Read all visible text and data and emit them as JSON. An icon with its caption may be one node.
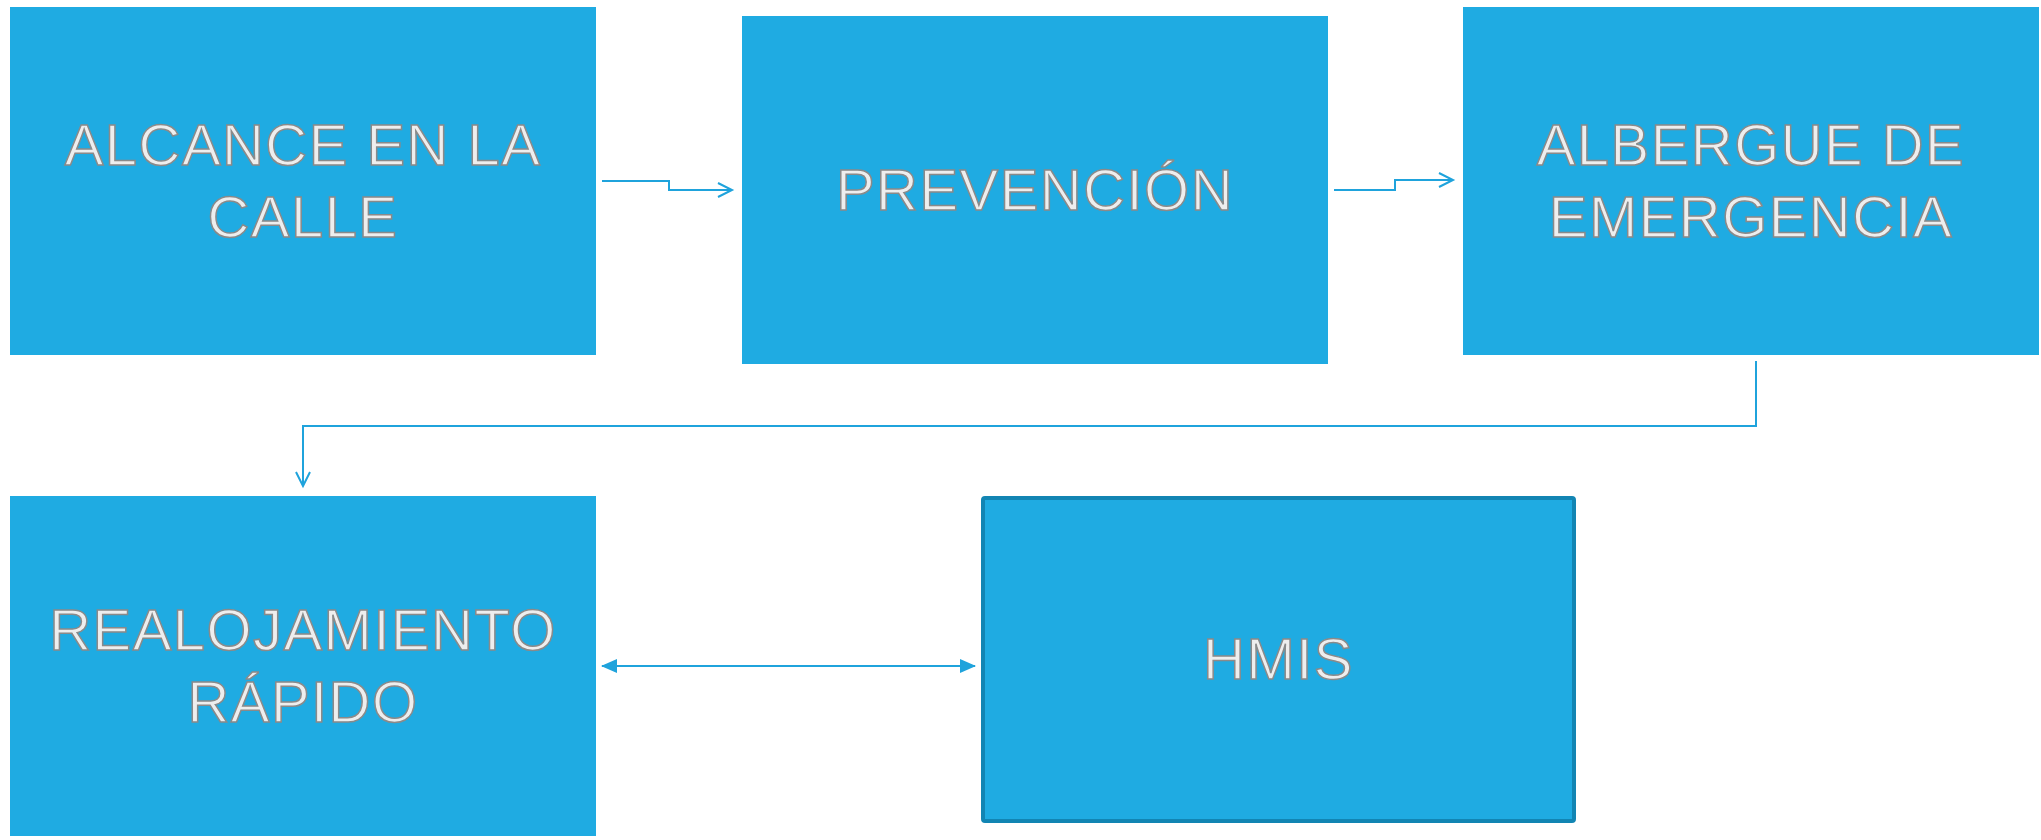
{
  "diagram": {
    "nodes": [
      {
        "text": [
          "ALCANCE EN LA CALLE"
        ]
      },
      {
        "text": [
          "PREVENCIÓN"
        ]
      },
      {
        "text": [
          "ALBERGUE DE EMERGENCIA"
        ]
      },
      {
        "text": [
          "REALOJAMIENTO RÁPIDO"
        ]
      },
      {
        "text": [
          "HMIS"
        ]
      }
    ],
    "edges": [
      {
        "from": 0,
        "to": 1,
        "arrow": "to"
      },
      {
        "from": 1,
        "to": 2,
        "arrow": "to"
      },
      {
        "from": 2,
        "to": 3,
        "arrow": "to"
      },
      {
        "from": 3,
        "to": 4,
        "arrow": "both"
      }
    ]
  }
}
